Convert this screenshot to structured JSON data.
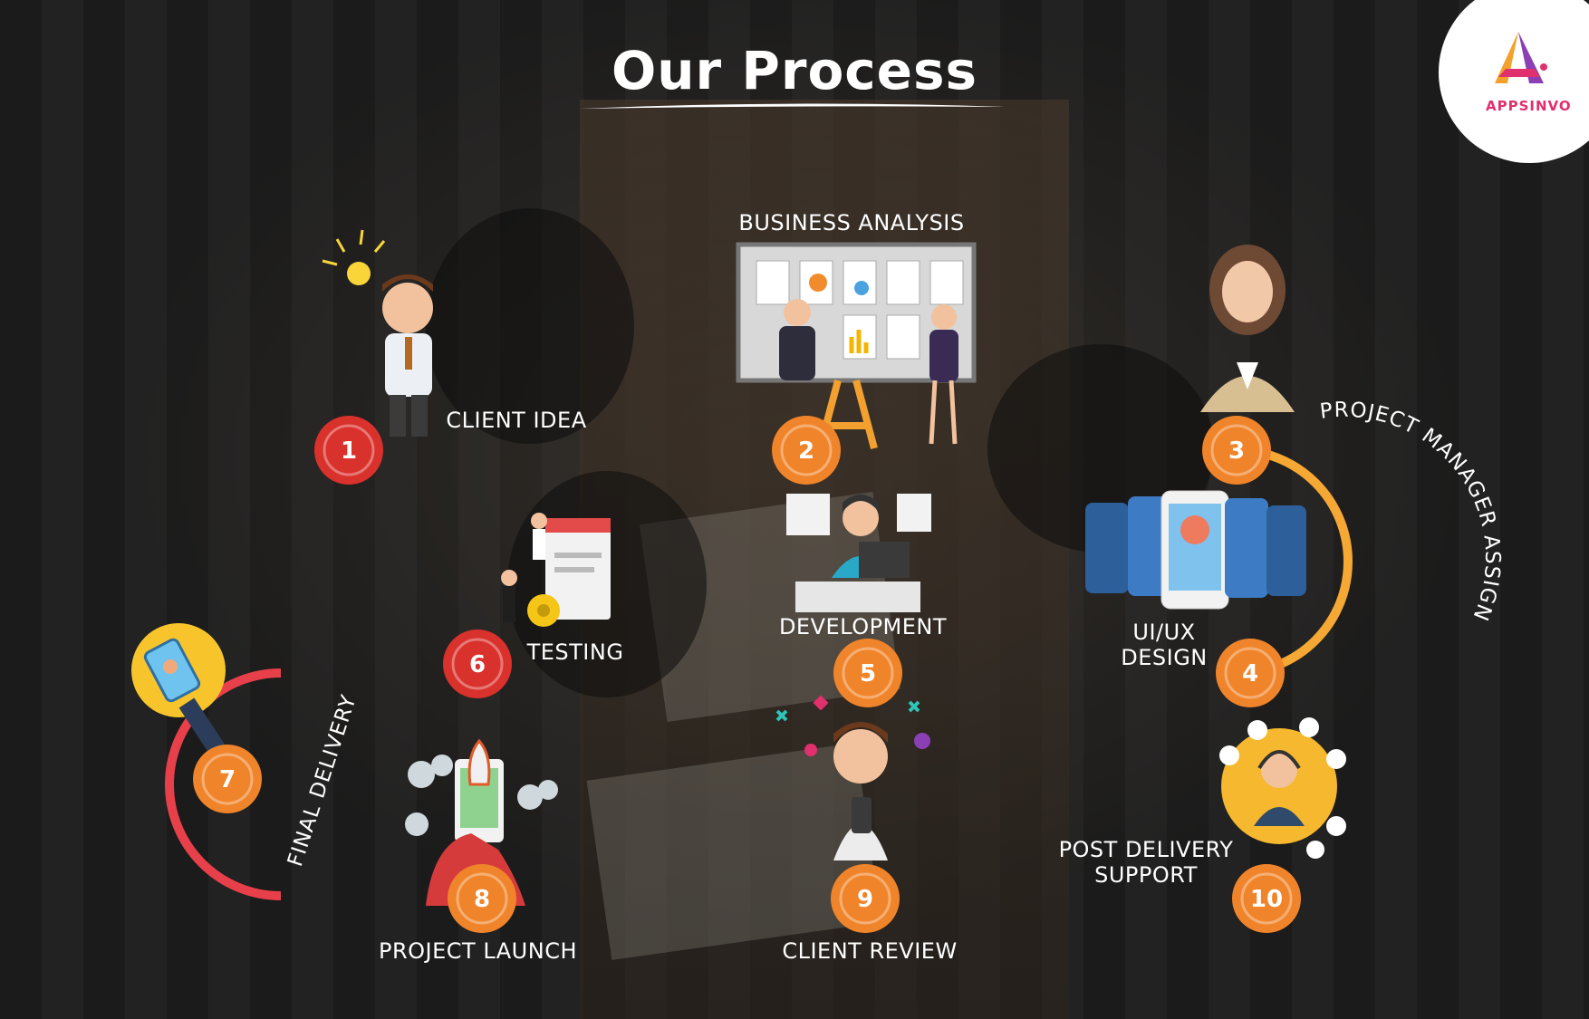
{
  "title": "Our Process",
  "logo": {
    "name": "APPSINVO",
    "accent": "#e0306e"
  },
  "colors": {
    "red": "#d9312c",
    "orange": "#f0842a",
    "yellow": "#f4a52b",
    "path_start": "#e5245a",
    "path_end": "#f7a23a"
  },
  "steps": [
    {
      "number": "1",
      "label": "CLIENT IDEA"
    },
    {
      "number": "2",
      "label": "BUSINESS ANALYSIS"
    },
    {
      "number": "3",
      "label": "PROJECT MANAGER ASSIGN"
    },
    {
      "number": "4",
      "label": "UI/UX DESIGN"
    },
    {
      "number": "5",
      "label": "DEVELOPMENT"
    },
    {
      "number": "6",
      "label": "TESTING"
    },
    {
      "number": "7",
      "label": "FINAL DELIVERY"
    },
    {
      "number": "8",
      "label": "PROJECT LAUNCH"
    },
    {
      "number": "9",
      "label": "CLIENT REVIEW"
    },
    {
      "number": "10",
      "label": "POST DELIVERY SUPPORT"
    }
  ],
  "labels": {
    "uiux_line1": "UI/UX",
    "uiux_line2": "DESIGN",
    "post_line1": "POST DELIVERY",
    "post_line2": "SUPPORT"
  }
}
